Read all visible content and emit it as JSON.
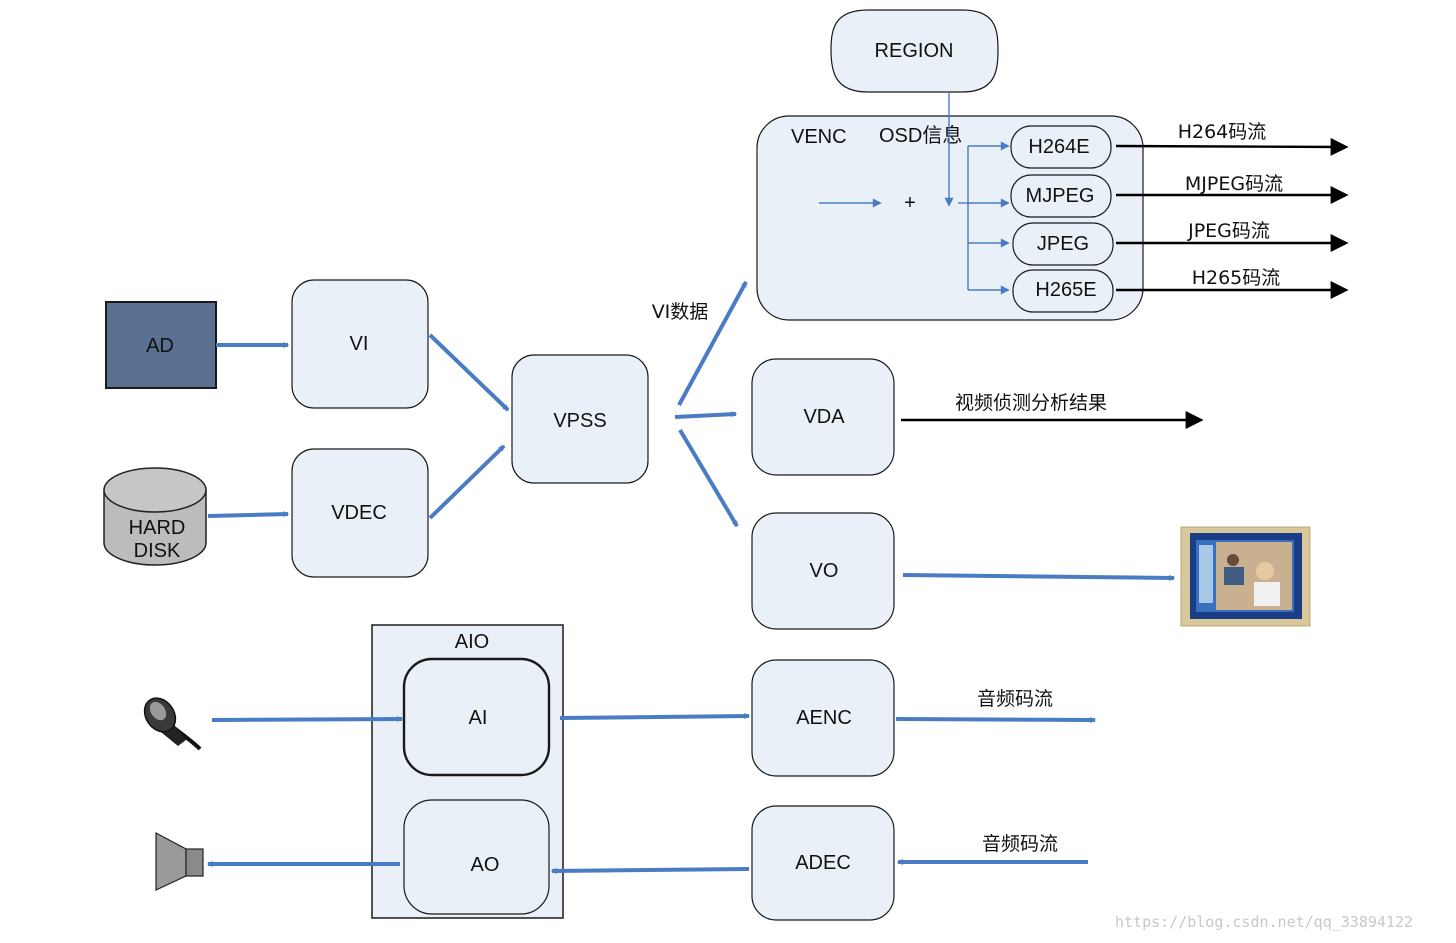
{
  "nodes": {
    "ad": "AD",
    "hard_disk": [
      "HARD",
      "DISK"
    ],
    "vi": "VI",
    "vdec": "VDEC",
    "vpss": "VPSS",
    "region": "REGION",
    "venc": "VENC",
    "osd": "OSD信息",
    "plus": "+",
    "h264e": "H264E",
    "mjpeg": "MJPEG",
    "jpeg": "JPEG",
    "h265e": "H265E",
    "vda": "VDA",
    "vo": "VO",
    "aio": "AIO",
    "ai": "AI",
    "ao": "AO",
    "aenc": "AENC",
    "adec": "ADEC"
  },
  "labels": {
    "vi_data": "VI数据",
    "h264_stream": "H264码流",
    "mjpeg_stream": "MJPEG码流",
    "jpeg_stream": "JPEG码流",
    "h265_stream": "H265码流",
    "vda_result": "视频侦测分析结果",
    "aenc_stream": "音频码流",
    "adec_stream": "音频码流"
  },
  "icons": {
    "microphone": "microphone-icon",
    "speaker": "speaker-icon",
    "monitor": "monitor-icon",
    "disk": "hard-disk-icon"
  },
  "colors": {
    "node_fill": "#e9f0f8",
    "ad_fill": "#5a7090",
    "arrow_blue": "#4a7cc4",
    "arrow_black": "#000000"
  },
  "watermark": "https://blog.csdn.net/qq_33894122"
}
